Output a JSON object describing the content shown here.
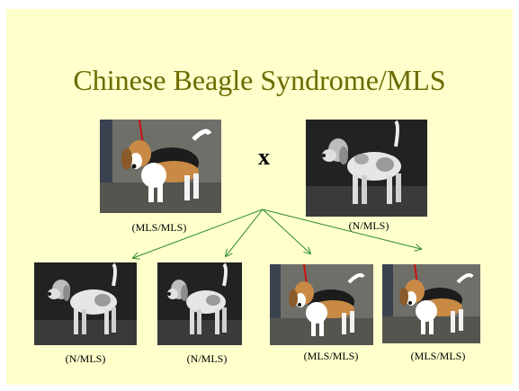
{
  "slide": {
    "background": "#ffffcc",
    "title": "Chinese Beagle Syndrome/MLS",
    "title_color": "#6b6b00",
    "cross_symbol": "x",
    "arrow_color": "#2e8b2e"
  },
  "parents": [
    {
      "label": "(MLS/MLS)",
      "photo": "tricolor-beagle-photo"
    },
    {
      "label": "(N/MLS)",
      "photo": "grayscale-beagle-photo"
    }
  ],
  "offspring": [
    {
      "label": "(N/MLS)",
      "photo": "grayscale-beagle-photo"
    },
    {
      "label": "(N/MLS)",
      "photo": "grayscale-beagle-photo"
    },
    {
      "label": "(MLS/MLS)",
      "photo": "tricolor-beagle-photo"
    },
    {
      "label": "(MLS/MLS)",
      "photo": "tricolor-beagle-photo"
    }
  ]
}
